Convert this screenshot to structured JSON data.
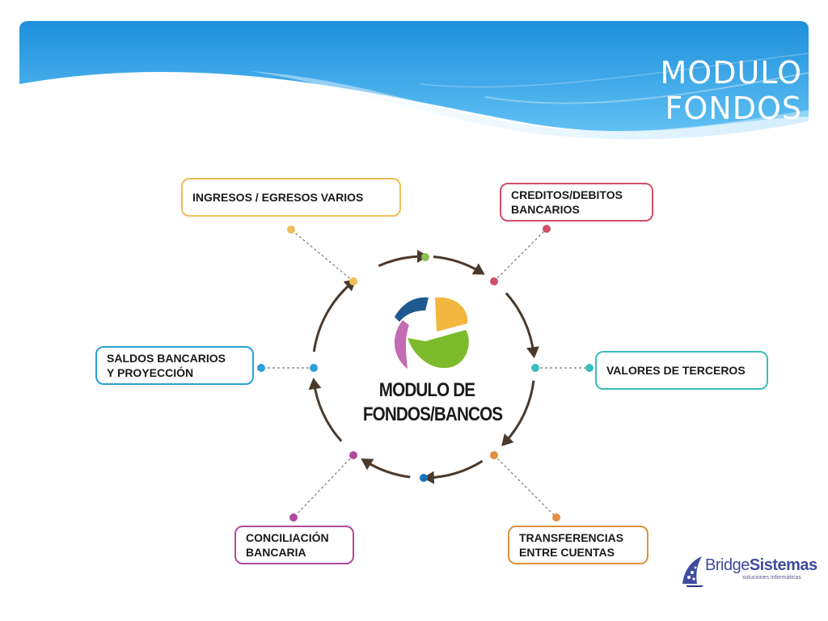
{
  "slide": {
    "title": "MODULO FONDOS"
  },
  "center": {
    "line1": "MODULO DE",
    "line2": "FONDOS/BANCOS",
    "logo_colors": [
      "#f3b63f",
      "#7cbc2c",
      "#c36bb3",
      "#1e5a8f"
    ]
  },
  "nodes": [
    {
      "id": "ingresos",
      "lines": [
        "INGRESOS / EGRESOS VARIOS"
      ],
      "color": "#efbe58"
    },
    {
      "id": "creditos",
      "lines": [
        "CREDITOS/DEBITOS",
        "BANCARIOS"
      ],
      "color": "#cf4f66"
    },
    {
      "id": "valores",
      "lines": [
        "VALORES DE TERCEROS"
      ],
      "color": "#3bbdbd"
    },
    {
      "id": "transferencias",
      "lines": [
        "TRANSFERENCIAS",
        "ENTRE CUENTAS"
      ],
      "color": "#e09040"
    },
    {
      "id": "conciliacion",
      "lines": [
        "CONCILIACIÓN",
        "BANCARIA"
      ],
      "color": "#b04a9e"
    },
    {
      "id": "saldos",
      "lines": [
        "SALDOS BANCARIOS",
        "Y PROYECCIÓN"
      ],
      "color": "#2aa0d8"
    }
  ],
  "cycle_dots": {
    "top": "#8cc050",
    "bottom": "#1a73b8"
  },
  "arrow_color": "#4b3a2c",
  "brand": {
    "name_part1": "Bridge",
    "name_part2": "Sistemas",
    "tagline": "soluciones informáticas"
  }
}
